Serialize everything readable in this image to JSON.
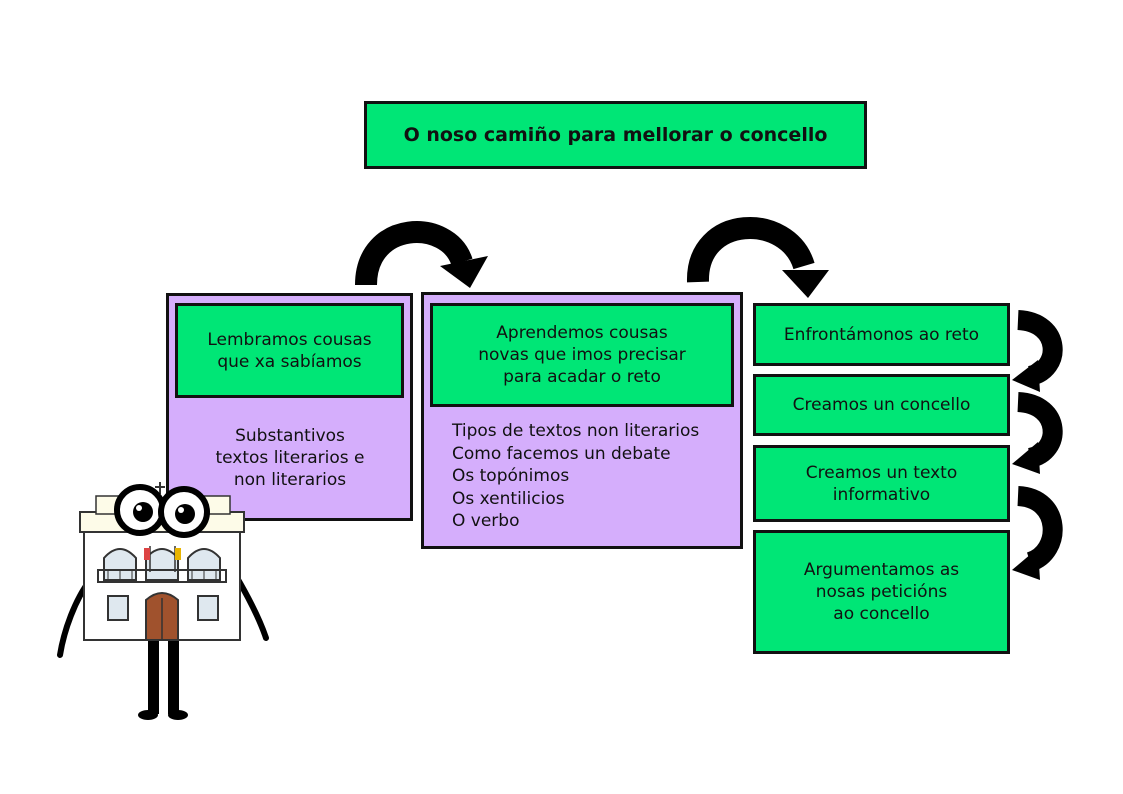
{
  "title": "O noso camiño para mellorar o concello",
  "columns": [
    {
      "heading": "Lembramos cousas\nque xa sabíamos",
      "body": "Substantivos\ntextos literarios e\nnon literarios"
    },
    {
      "heading": "Aprendemos cousas\nnovas que imos precisar\npara acadar o reto",
      "items": [
        "Tipos de textos non literarios",
        "Como facemos un debate",
        "Os topónimos",
        "Os xentilicios",
        "O verbo"
      ]
    }
  ],
  "steps": [
    "Enfrontámonos ao reto",
    "Creamos un concello",
    "Creamos un texto\ninformativo",
    "Argumentamos as\nnosas peticións\nao concello"
  ],
  "colors": {
    "green": "#00e676",
    "purple": "#d5aefc",
    "outline": "#111111"
  },
  "icons": [
    "curved-arrow-icon",
    "town-hall-mascot"
  ]
}
